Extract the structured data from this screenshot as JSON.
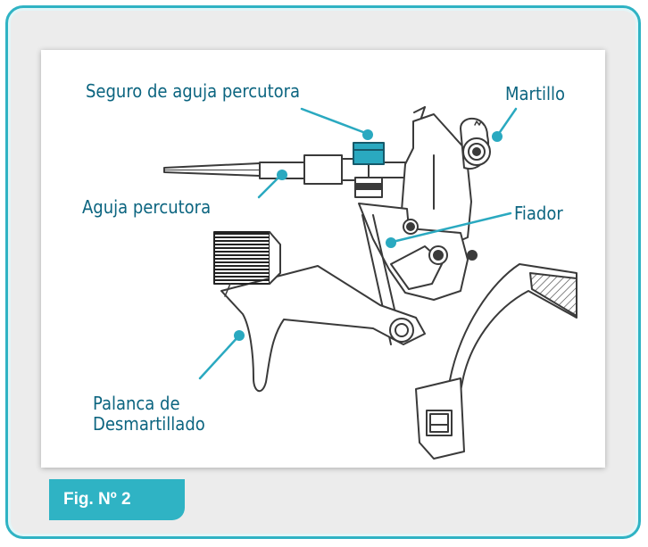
{
  "labels": {
    "firing_pin_safety": "Seguro de aguja percutora",
    "hammer": "Martillo",
    "firing_pin": "Aguja percutora",
    "sear": "Fiador",
    "decocking_lever_line1": "Palanca de",
    "decocking_lever_line2": "Desmartillado"
  },
  "figure_tag": "Fig. Nº 2",
  "colors": {
    "frame_border": "#2fb3c4",
    "frame_fill": "#ececec",
    "label_text": "#0c6580",
    "leader_line": "#2aa9c0",
    "drawing_ink": "#3a3a3a",
    "highlight_part": "#2aa9c0"
  }
}
